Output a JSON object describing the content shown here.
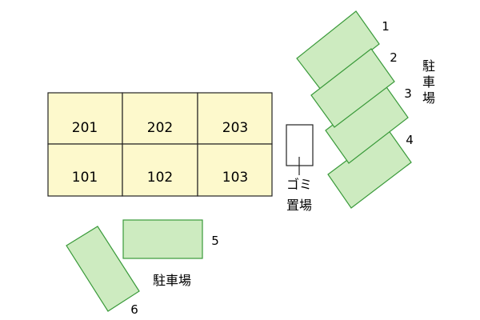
{
  "colors": {
    "unit_fill": "#fdf9cc",
    "parking_fill": "#cdebc0",
    "parking_stroke": "#3a9a3a",
    "outline": "#222222"
  },
  "units": {
    "top_row": [
      "201",
      "202",
      "203"
    ],
    "bottom_row": [
      "101",
      "102",
      "103"
    ]
  },
  "parking_numbers": [
    "1",
    "2",
    "3",
    "4",
    "5",
    "6"
  ],
  "parking_label_right": [
    "駐",
    "車",
    "場"
  ],
  "parking_label_bottom": "駐車場",
  "trash_label": [
    "ゴミ",
    "置場"
  ]
}
